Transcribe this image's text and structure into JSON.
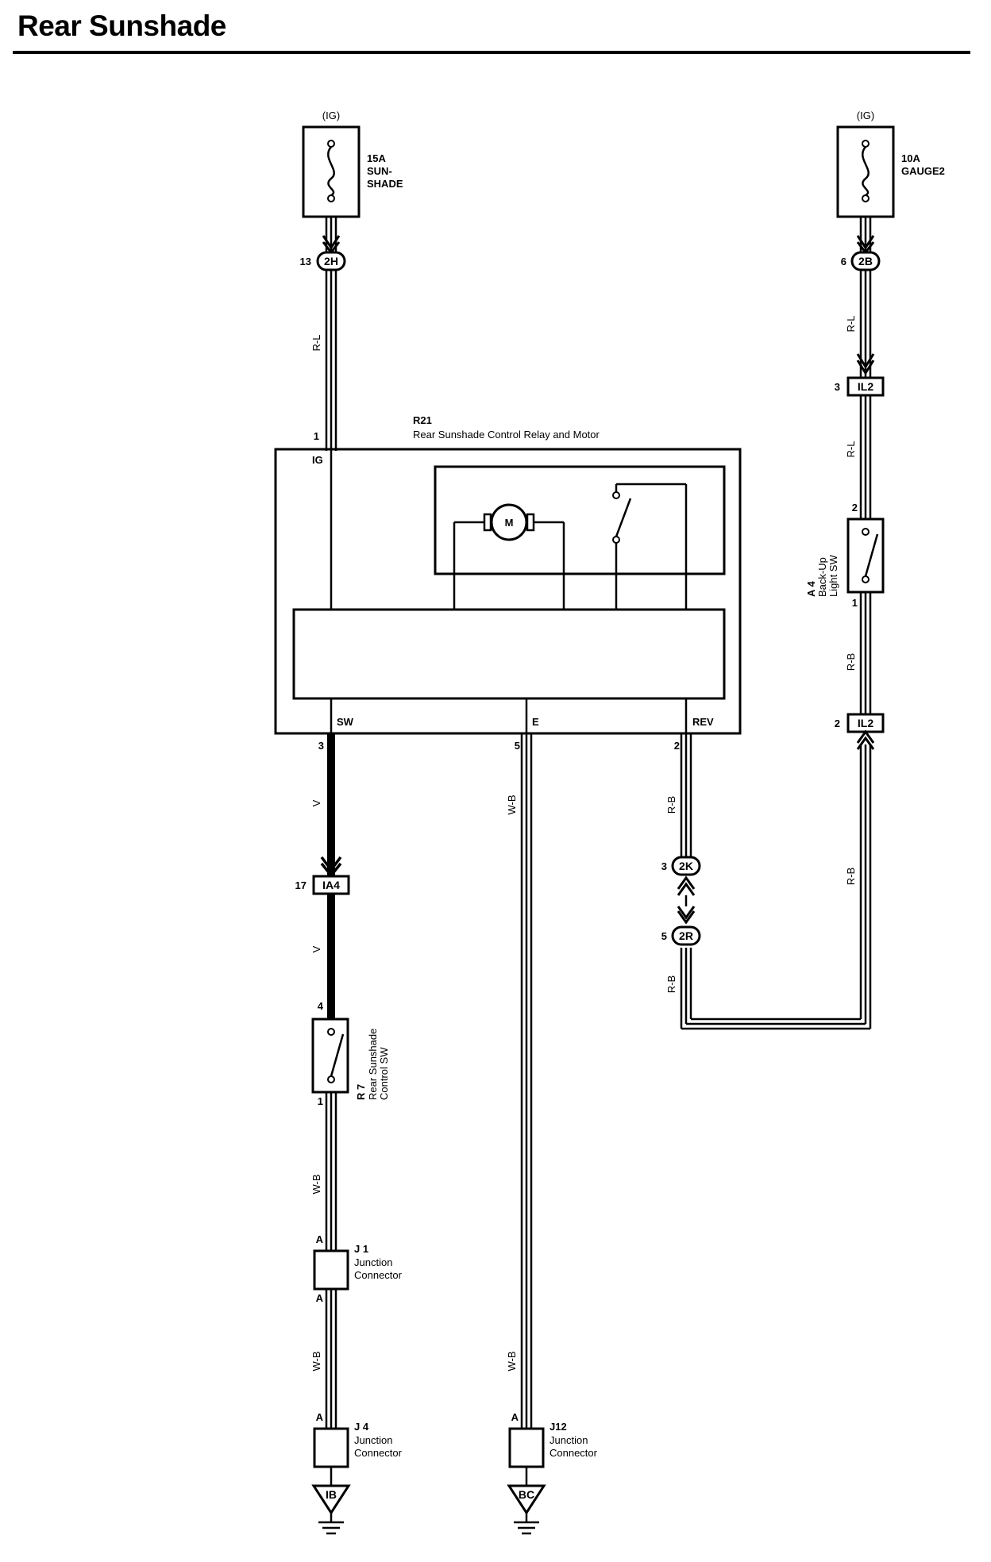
{
  "title": "Rear Sunshade",
  "power": {
    "left": {
      "source": "(IG)",
      "rating": "15A",
      "name1": "SUN-",
      "name2": "SHADE"
    },
    "right": {
      "source": "(IG)",
      "rating": "10A",
      "name1": "GAUGE2"
    }
  },
  "connectors": {
    "c2H": {
      "pin": "13",
      "id": "2H"
    },
    "c2B": {
      "pin": "6",
      "id": "2B"
    },
    "c2K": {
      "pin": "3",
      "id": "2K"
    },
    "c2R": {
      "pin": "5",
      "id": "2R"
    },
    "cIL2a": {
      "pin": "3",
      "id": "IL2"
    },
    "cIL2b": {
      "pin": "2",
      "id": "IL2"
    },
    "cIA4": {
      "pin": "17",
      "id": "IA4"
    }
  },
  "relay": {
    "code": "R21",
    "name": "Rear Sunshade Control Relay and Motor",
    "motor_label": "M",
    "terminals": {
      "ig": "IG",
      "sw": "SW",
      "e": "E",
      "rev": "REV"
    },
    "pins": {
      "ig": "1",
      "sw": "3",
      "e": "5",
      "rev": "2"
    }
  },
  "control_sw": {
    "code": "R 7",
    "name1": "Rear Sunshade",
    "name2": "Control SW",
    "pin_top": "4",
    "pin_bottom": "1"
  },
  "backup_sw": {
    "code": "A 4",
    "name1": "Back-Up",
    "name2": "Light SW",
    "pin_top": "2",
    "pin_bottom": "1"
  },
  "junctions": [
    {
      "code": "J 1",
      "name1": "Junction",
      "name2": "Connector",
      "pin_top": "A",
      "pin_bottom": "A"
    },
    {
      "code": "J 4",
      "name1": "Junction",
      "name2": "Connector",
      "pin_top": "A"
    },
    {
      "code": "J12",
      "name1": "Junction",
      "name2": "Connector",
      "pin_top": "A"
    }
  ],
  "grounds": [
    "IB",
    "BC"
  ],
  "wires": {
    "rl_top": "R-L",
    "rl_right1": "R-L",
    "rl_right2": "R-L",
    "rb_right_mid": "R-B",
    "rb_right_low": "R-B",
    "v_upper": "V",
    "v_lower": "V",
    "wb_mid": "W-B",
    "wb_low_left1": "W-B",
    "wb_low_left2": "W-B",
    "wb_low_mid": "W-B",
    "rb_rev1": "R-B",
    "rb_rev2": "R-B"
  },
  "colors": {
    "ink": "#000000",
    "background": "#ffffff"
  }
}
